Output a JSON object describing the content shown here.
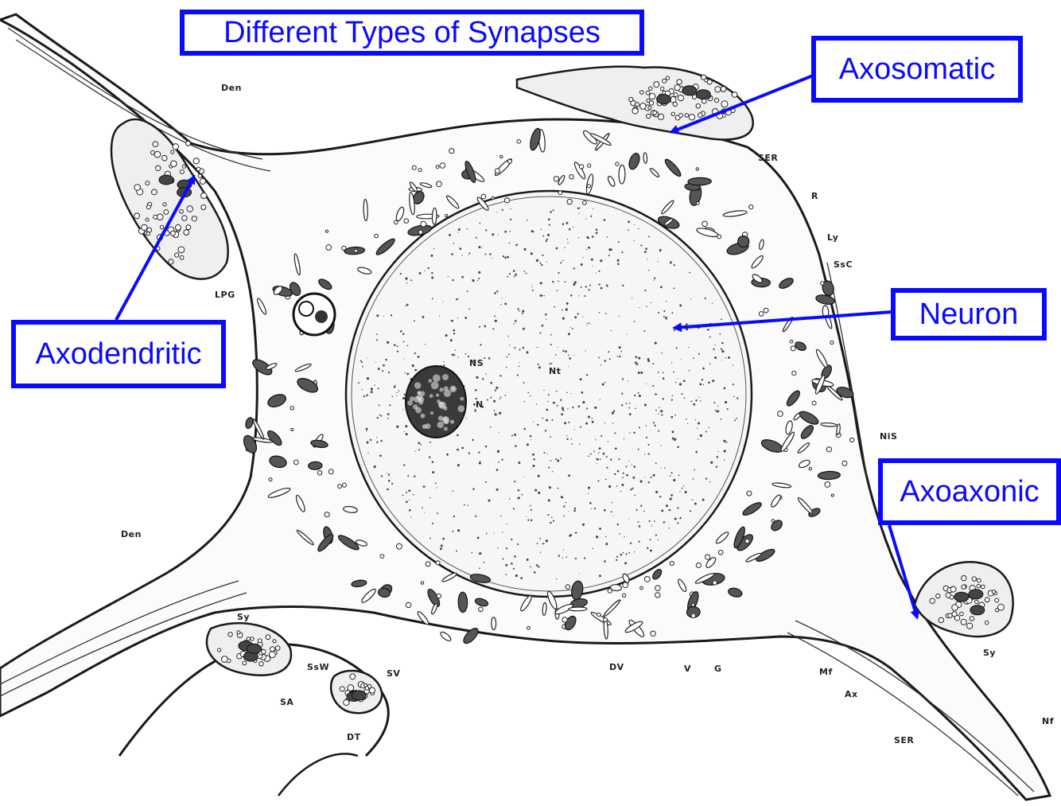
{
  "title": "Different Types of Synapses",
  "labels": {
    "axosomatic": "Axosomatic",
    "axodendritic": "Axodendritic",
    "neuron": "Neuron",
    "axoaxonic": "Axoaxonic"
  },
  "structure_labels": {
    "den_top": "Den",
    "ser_top": "SER",
    "r": "R",
    "ly": "Ly",
    "ssc": "SsC",
    "lpg": "LPG",
    "ns": "NS",
    "n": "N",
    "nucleus": "Nt",
    "nis": "NiS",
    "den_bottom": "Den",
    "sy_left": "Sy",
    "ssw": "SsW",
    "sv": "SV",
    "sa": "SA",
    "dt": "DT",
    "dv": "DV",
    "v": "V",
    "g": "G",
    "mf": "Mf",
    "ax": "Ax",
    "sy_right": "Sy",
    "ser_bottom": "SER",
    "nf": "Nf"
  },
  "colors": {
    "accent": "#0a0aff",
    "ink": "#1a1a1a"
  }
}
